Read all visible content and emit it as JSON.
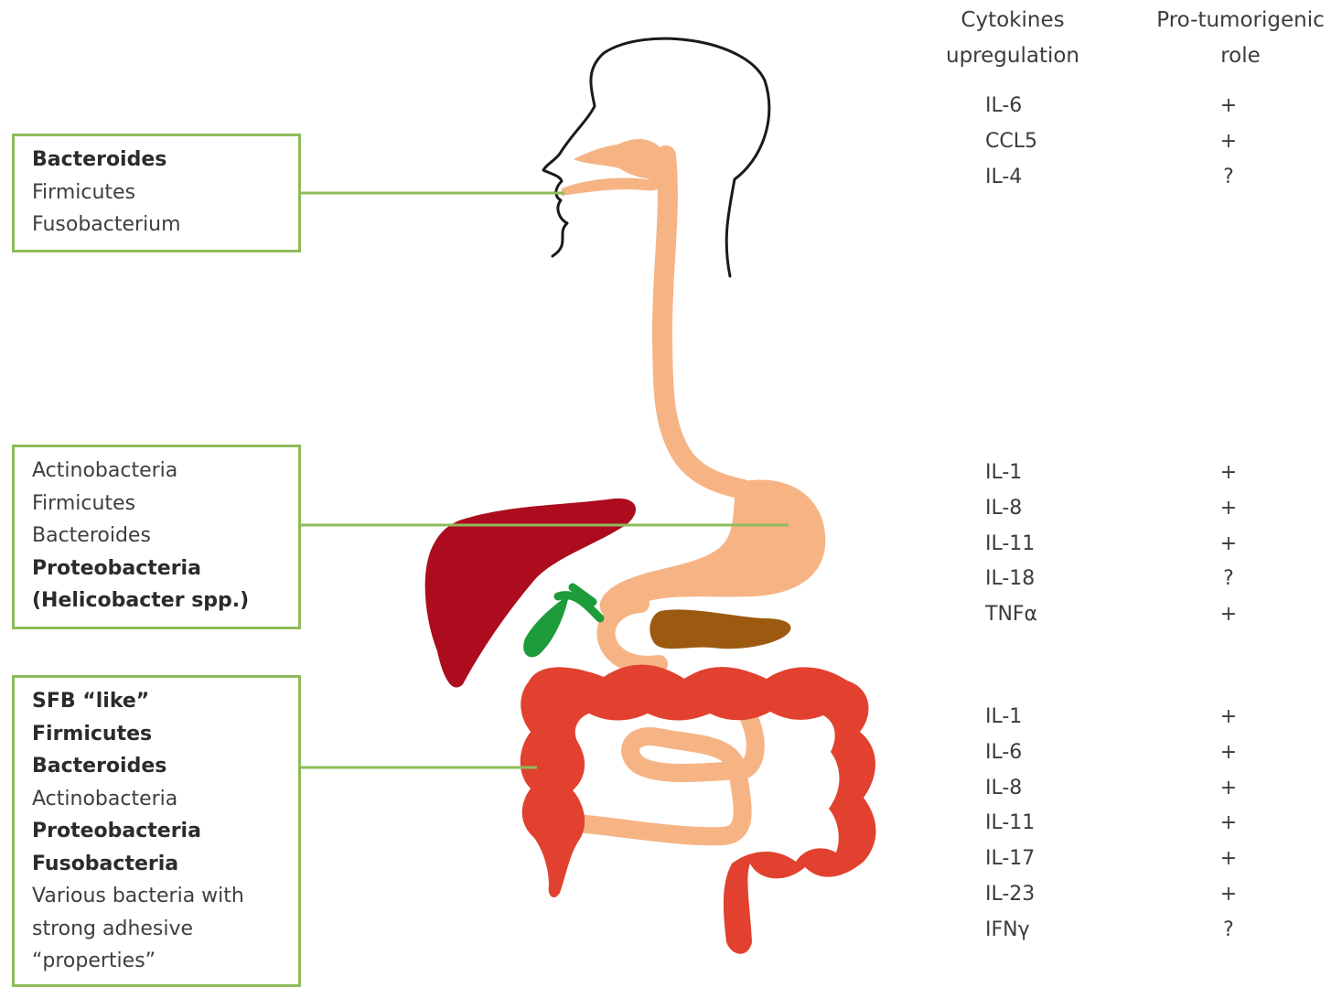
{
  "header": {
    "cytokines_line1": "Cytokines",
    "cytokines_line2": "upregulation",
    "role_line1": "Pro-tumorigenic",
    "role_line2": "role"
  },
  "boxes": [
    {
      "items": [
        {
          "text": "Bacteroides",
          "bold": true
        },
        {
          "text": "Firmicutes",
          "bold": false
        },
        {
          "text": "Fusobacterium",
          "bold": false
        }
      ]
    },
    {
      "items": [
        {
          "text": "Actinobacteria",
          "bold": false
        },
        {
          "text": "Firmicutes",
          "bold": false
        },
        {
          "text": "Bacteroides",
          "bold": false
        },
        {
          "text": "Proteobacteria",
          "bold": true
        },
        {
          "text": "(Helicobacter spp.)",
          "bold": true
        }
      ]
    },
    {
      "items": [
        {
          "text": "SFB “like”",
          "bold": true
        },
        {
          "text": "Firmicutes",
          "bold": true
        },
        {
          "text": "Bacteroides",
          "bold": true
        },
        {
          "text": "Actinobacteria",
          "bold": false
        },
        {
          "text": "Proteobacteria",
          "bold": true
        },
        {
          "text": "Fusobacteria",
          "bold": true
        },
        {
          "text": "Various bacteria with",
          "bold": false
        },
        {
          "text": "strong adhesive",
          "bold": false
        },
        {
          "text": "“properties”",
          "bold": false
        }
      ]
    }
  ],
  "cytokine_groups": [
    {
      "rows": [
        {
          "cytokine": "IL-6",
          "role": "+"
        },
        {
          "cytokine": "CCL5",
          "role": "+"
        },
        {
          "cytokine": "IL-4",
          "role": "?"
        }
      ]
    },
    {
      "rows": [
        {
          "cytokine": "IL-1",
          "role": "+"
        },
        {
          "cytokine": "IL-8",
          "role": "+"
        },
        {
          "cytokine": "IL-11",
          "role": "+"
        },
        {
          "cytokine": "IL-18",
          "role": "?"
        },
        {
          "cytokine": "TNFα",
          "role": "+"
        }
      ]
    },
    {
      "rows": [
        {
          "cytokine": "IL-1",
          "role": "+"
        },
        {
          "cytokine": "IL-6",
          "role": "+"
        },
        {
          "cytokine": "IL-8",
          "role": "+"
        },
        {
          "cytokine": "IL-11",
          "role": "+"
        },
        {
          "cytokine": "IL-17",
          "role": "+"
        },
        {
          "cytokine": "IL-23",
          "role": "+"
        },
        {
          "cytokine": "IFNγ",
          "role": "?"
        }
      ]
    }
  ],
  "colors": {
    "box_border": "#8dbb5a",
    "connector": "#8dbb5a",
    "digestive_tract": "#f6b485",
    "liver": "#ad0c1f",
    "gallbladder": "#1e9b3a",
    "pancreas": "#9c5a10",
    "colon": "#e1412e"
  }
}
